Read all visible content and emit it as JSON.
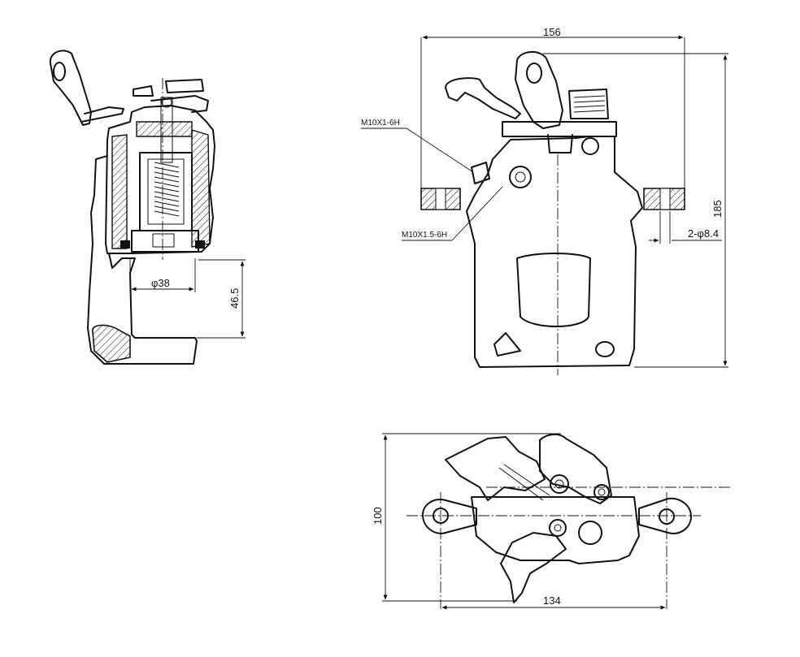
{
  "dimensions": {
    "top_width": "156",
    "height": "185",
    "bore": "2-φ8.4",
    "thread_1": "M10X1-6H",
    "thread_2": "M10X1.5-6H",
    "piston_dia": "φ38",
    "piston_depth": "46.5",
    "bottom_height": "100",
    "bottom_width": "134"
  }
}
